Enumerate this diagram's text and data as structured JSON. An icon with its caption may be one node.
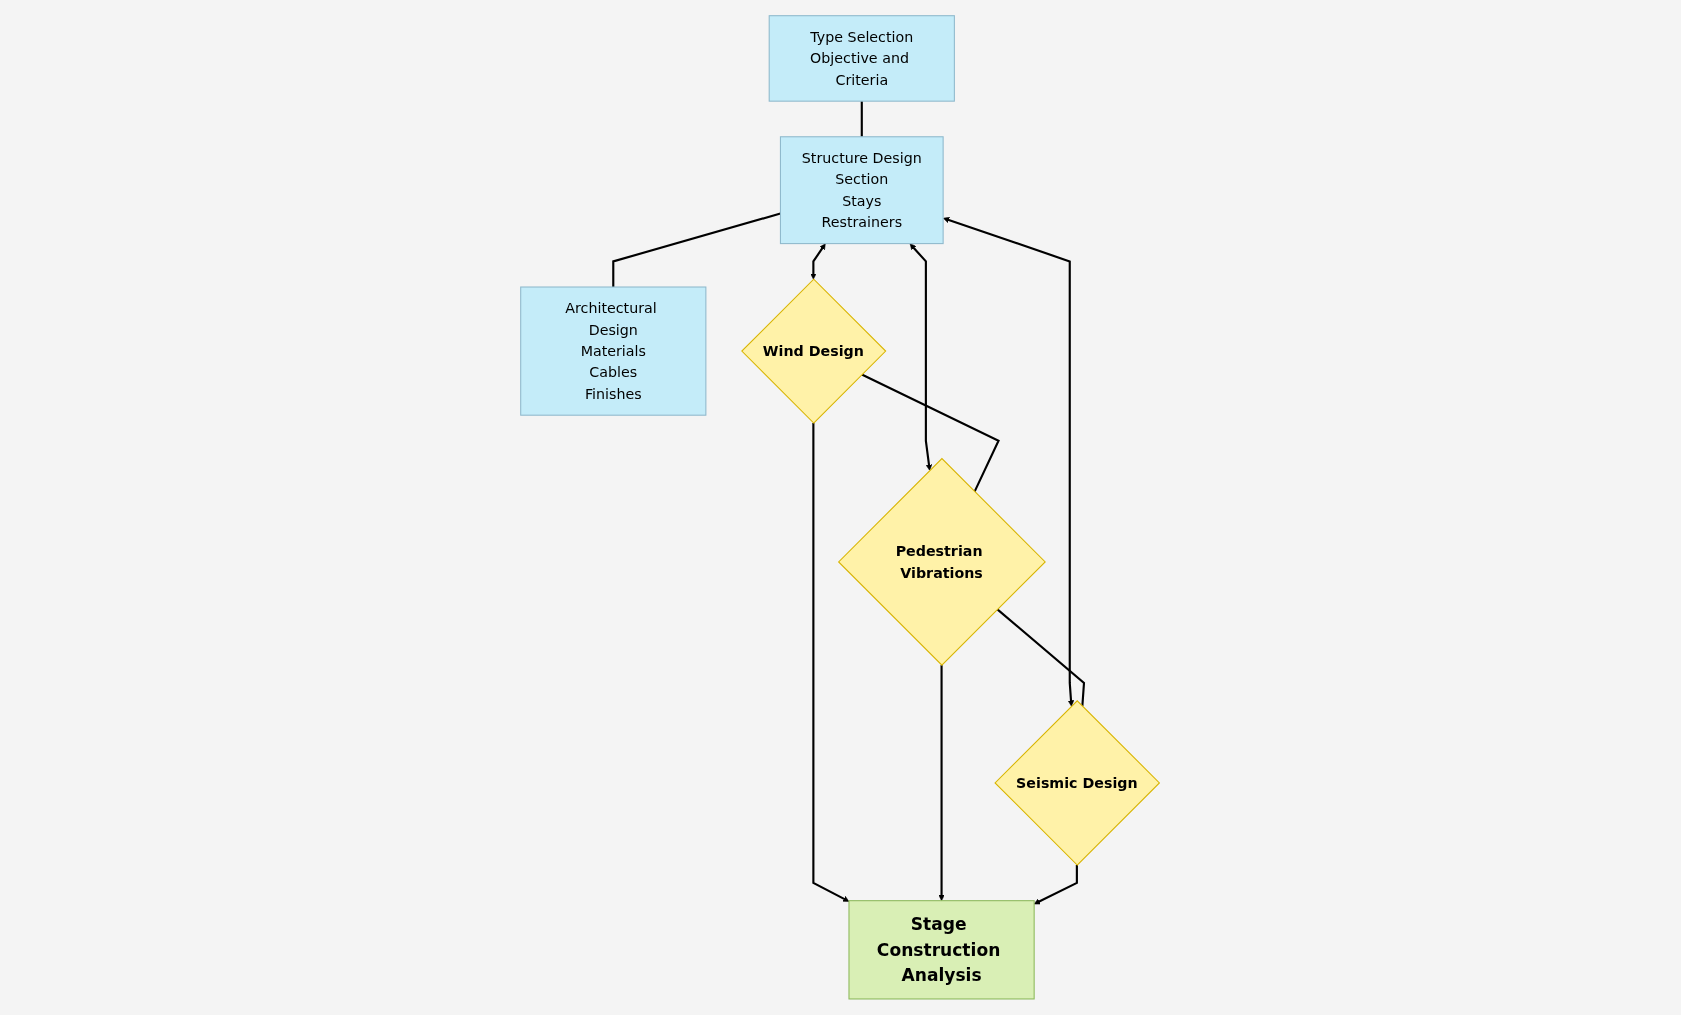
{
  "diagram": {
    "nodes": [
      {
        "text": [
          "Type Selection",
          "Objective and Criteria"
        ]
      },
      {
        "text": [
          "Structure Design",
          "Section",
          "Stays",
          "Restrainers"
        ]
      },
      {
        "text": [
          "Architectural Design",
          "Materials",
          "Cables",
          "Finishes"
        ]
      },
      {
        "text": [
          "Wind Design"
        ]
      },
      {
        "text": [
          "Pedestrian Vibrations"
        ]
      },
      {
        "text": [
          "Seismic Design"
        ]
      },
      {
        "text": [
          "Stage Construction Analysis"
        ]
      }
    ],
    "edges": [
      {
        "from": 0,
        "to": 1,
        "arrow": "none"
      },
      {
        "from": 1,
        "to": 2,
        "arrow": "none"
      },
      {
        "from": 1,
        "to": 3,
        "arrow": "both"
      },
      {
        "from": 1,
        "to": 4,
        "arrow": "both"
      },
      {
        "from": 1,
        "to": 5,
        "arrow": "both"
      },
      {
        "from": 3,
        "to": 4,
        "arrow": "none"
      },
      {
        "from": 4,
        "to": 5,
        "arrow": "none"
      },
      {
        "from": 3,
        "to": 6,
        "arrow": "to"
      },
      {
        "from": 4,
        "to": 6,
        "arrow": "to"
      },
      {
        "from": 5,
        "to": 6,
        "arrow": "to"
      }
    ]
  }
}
